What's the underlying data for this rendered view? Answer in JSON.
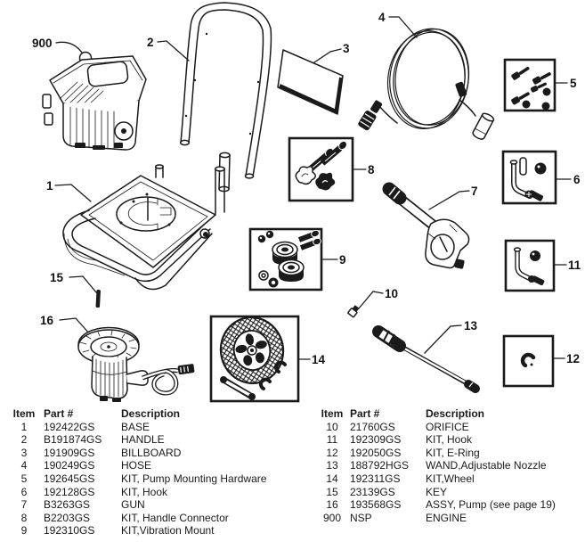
{
  "diagram": {
    "callouts": {
      "engine": "900",
      "base": "1",
      "handle": "2",
      "billboard": "3",
      "hose": "4",
      "pump_mounting_kit": "5",
      "hook_kit": "6",
      "gun": "7",
      "handle_connector_kit": "8",
      "vibration_mount_kit": "9",
      "orifice": "10",
      "hook_kit_2": "11",
      "e_ring_kit": "12",
      "wand": "13",
      "wheel_kit": "14",
      "key": "15",
      "pump_assembly": "16"
    }
  },
  "parts_table": {
    "headers": {
      "item": "Item",
      "part": "Part #",
      "description": "Description"
    },
    "left_rows": [
      {
        "item": "1",
        "part": "192422GS",
        "description": "BASE"
      },
      {
        "item": "2",
        "part": "B191874GS",
        "description": "HANDLE"
      },
      {
        "item": "3",
        "part": "191909GS",
        "description": "BILLBOARD"
      },
      {
        "item": "4",
        "part": "190249GS",
        "description": "HOSE"
      },
      {
        "item": "5",
        "part": "192645GS",
        "description": "KIT, Pump Mounting Hardware"
      },
      {
        "item": "6",
        "part": "192128GS",
        "description": "KIT, Hook"
      },
      {
        "item": "7",
        "part": "B3263GS",
        "description": "GUN"
      },
      {
        "item": "8",
        "part": "B2203GS",
        "description": "KIT, Handle Connector"
      },
      {
        "item": "9",
        "part": "192310GS",
        "description": "KIT,Vibration Mount"
      }
    ],
    "right_rows": [
      {
        "item": "10",
        "part": "21760GS",
        "description": "ORIFICE"
      },
      {
        "item": "11",
        "part": "192309GS",
        "description": "KIT, Hook"
      },
      {
        "item": "12",
        "part": "192050GS",
        "description": "KIT, E-Ring"
      },
      {
        "item": "13",
        "part": "188792HGS",
        "description": "WAND,Adjustable Nozzle"
      },
      {
        "item": "14",
        "part": "192311GS",
        "description": "KIT,Wheel"
      },
      {
        "item": "15",
        "part": "23139GS",
        "description": "KEY"
      },
      {
        "item": "16",
        "part": "193568GS",
        "description": "ASSY, Pump (see page 19)"
      },
      {
        "item": "900",
        "part": "NSP",
        "description": "ENGINE"
      }
    ]
  },
  "colors": {
    "ink": "#1a1a1a",
    "paper": "#ffffff"
  }
}
